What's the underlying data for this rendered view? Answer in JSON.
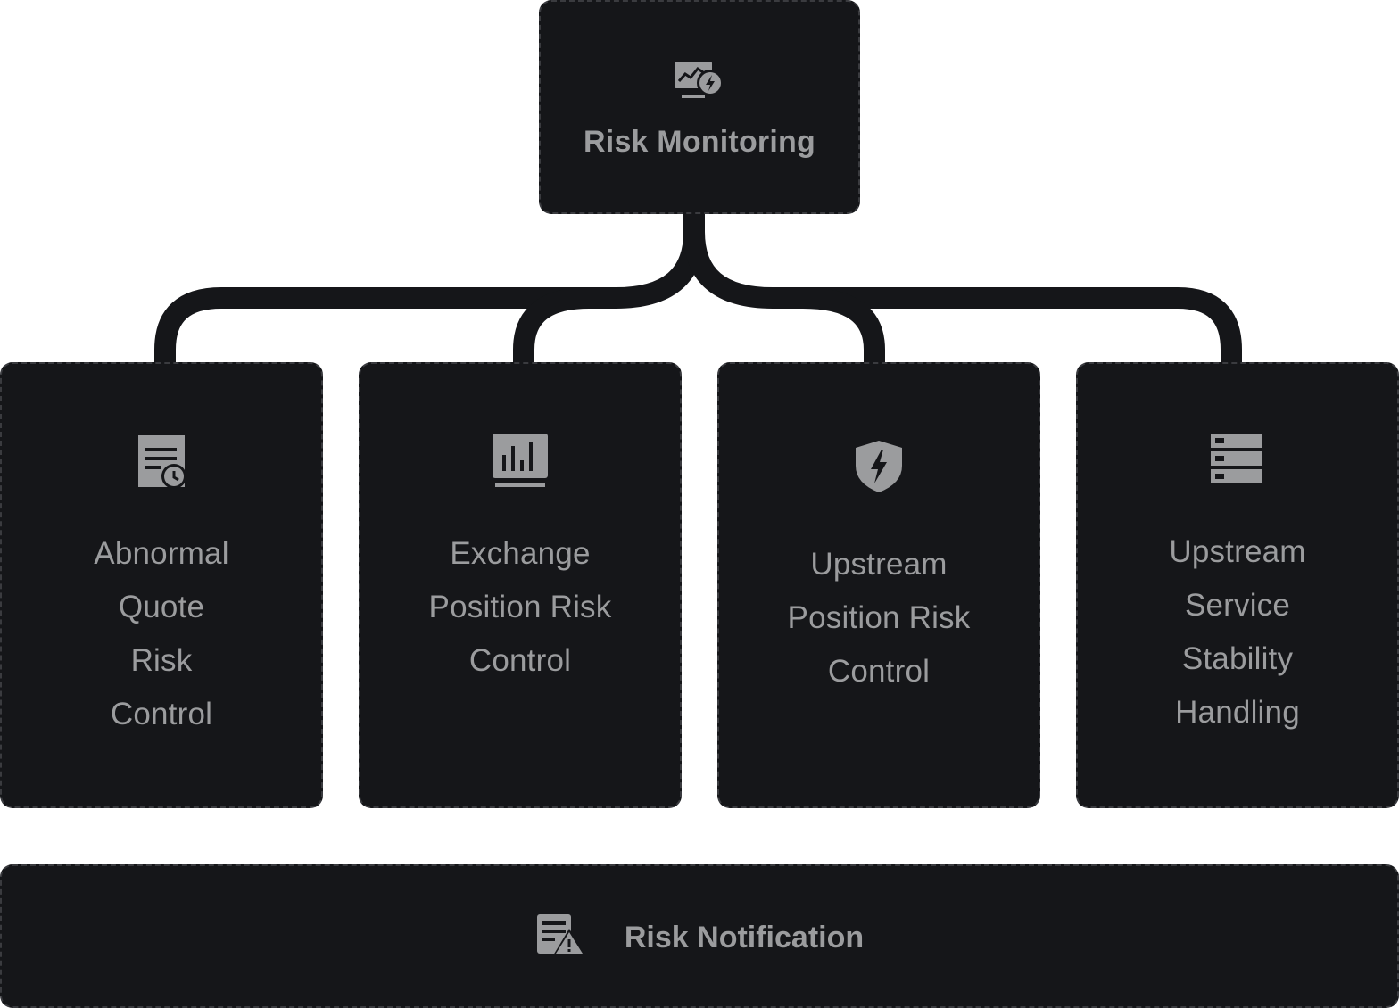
{
  "top": {
    "label": "Risk Monitoring",
    "icon": "monitor-chart-lightning-icon"
  },
  "modules": [
    {
      "lines": [
        "Abnormal",
        "Quote",
        "Risk",
        "Control"
      ],
      "icon": "receipt-clock-icon"
    },
    {
      "lines": [
        "Exchange",
        "Position Risk",
        "Control"
      ],
      "icon": "bar-chart-icon"
    },
    {
      "lines": [
        "Upstream",
        "Position Risk",
        "Control"
      ],
      "icon": "shield-lightning-icon"
    },
    {
      "lines": [
        "Upstream",
        "Service",
        "Stability",
        "Handling"
      ],
      "icon": "server-icon"
    }
  ],
  "bottom": {
    "label": "Risk Notification",
    "icon": "document-warning-icon"
  },
  "colors": {
    "box_fill": "#151619",
    "text": "#9b9c9e",
    "connector": "#151619"
  }
}
